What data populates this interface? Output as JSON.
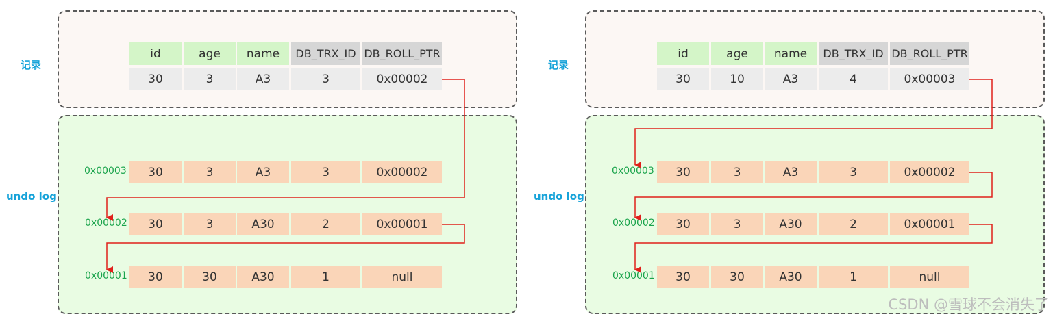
{
  "labels": {
    "record": "记录",
    "undo_log": "undo log"
  },
  "header": [
    "id",
    "age",
    "name",
    "DB_TRX_ID",
    "DB_ROLL_PTR"
  ],
  "left": {
    "record": [
      "30",
      "3",
      "A3",
      "3",
      "0x00002"
    ],
    "undo": [
      {
        "addr": "0x00003",
        "values": [
          "30",
          "3",
          "A3",
          "3",
          "0x00002"
        ]
      },
      {
        "addr": "0x00002",
        "values": [
          "30",
          "3",
          "A30",
          "2",
          "0x00001"
        ]
      },
      {
        "addr": "0x00001",
        "values": [
          "30",
          "30",
          "A30",
          "1",
          "null"
        ]
      }
    ]
  },
  "right": {
    "record": [
      "30",
      "10",
      "A3",
      "4",
      "0x00003"
    ],
    "undo": [
      {
        "addr": "0x00003",
        "values": [
          "30",
          "3",
          "A3",
          "3",
          "0x00002"
        ]
      },
      {
        "addr": "0x00002",
        "values": [
          "30",
          "3",
          "A30",
          "2",
          "0x00001"
        ]
      },
      {
        "addr": "0x00001",
        "values": [
          "30",
          "30",
          "A30",
          "1",
          "null"
        ]
      }
    ]
  },
  "watermark": "CSDN @雪球不会消失了",
  "colors": {
    "arrow": "#e0201b",
    "label": "#17a3d9",
    "address": "#19a34b"
  }
}
